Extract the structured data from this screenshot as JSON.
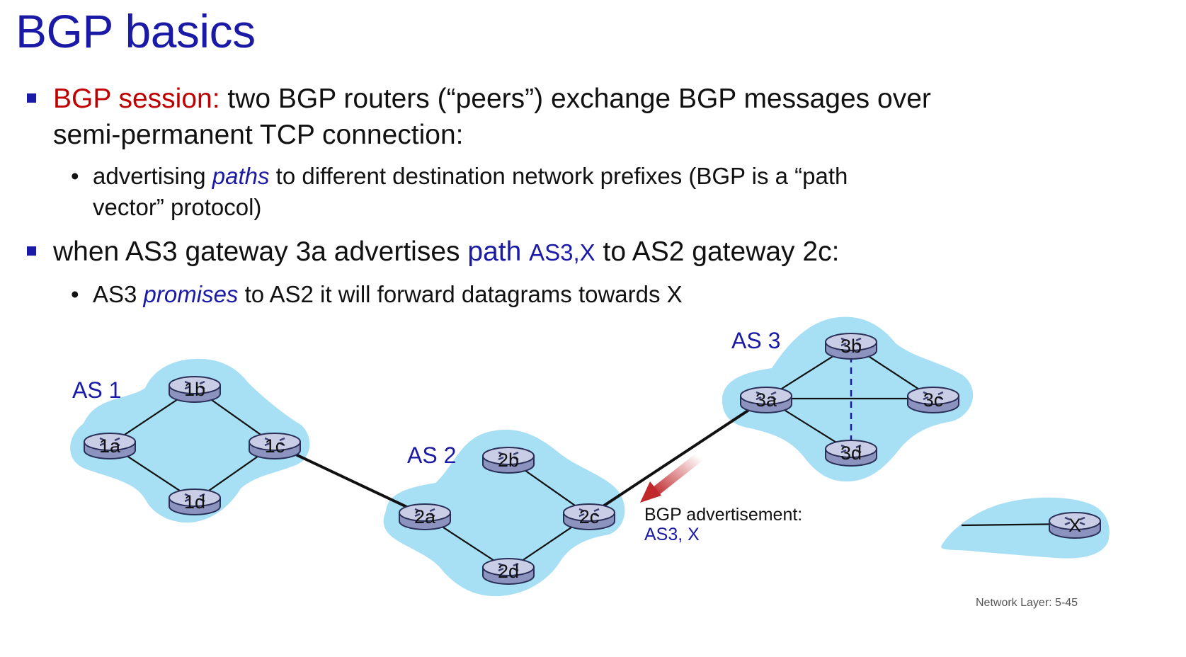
{
  "title": "BGP basics",
  "bullets": [
    {
      "label": "BGP session:",
      "text": " two BGP routers (“peers”) exchange BGP messages over",
      "line2": "semi-permanent TCP connection:",
      "sub": {
        "pre": "advertising ",
        "em": "paths",
        "post": " to different destination network prefixes (BGP  is a “path",
        "line2": "vector” protocol)"
      }
    },
    {
      "pre": "when AS3 gateway 3a advertises ",
      "path_word": "path",
      "path_value": "AS3,X",
      "post": " to AS2 gateway 2c:",
      "sub": {
        "pre": "AS3 ",
        "em": "promises",
        "post": " to AS2 it will forward datagrams towards X"
      }
    }
  ],
  "diagram": {
    "as_labels": {
      "as1": "AS 1",
      "as2": "AS 2",
      "as3": "AS 3"
    },
    "routers": {
      "r1a": "1a",
      "r1b": "1b",
      "r1c": "1c",
      "r1d": "1d",
      "r2a": "2a",
      "r2b": "2b",
      "r2c": "2c",
      "r2d": "2d",
      "r3a": "3a",
      "r3b": "3b",
      "r3c": "3c",
      "r3d": "3d",
      "rx": "X"
    },
    "advertisement": {
      "line1": "BGP advertisement:",
      "line2": "AS3, X"
    },
    "colors": {
      "cloud": "#a7dff4",
      "router_body": "#a6aed2",
      "router_top": "#c9cee6",
      "router_dark": "#2a2f58",
      "arrow": "#c0282c",
      "accent_blue": "#1a1aa6",
      "accent_red": "#c00000"
    }
  },
  "footer": "Network Layer: 5-45"
}
